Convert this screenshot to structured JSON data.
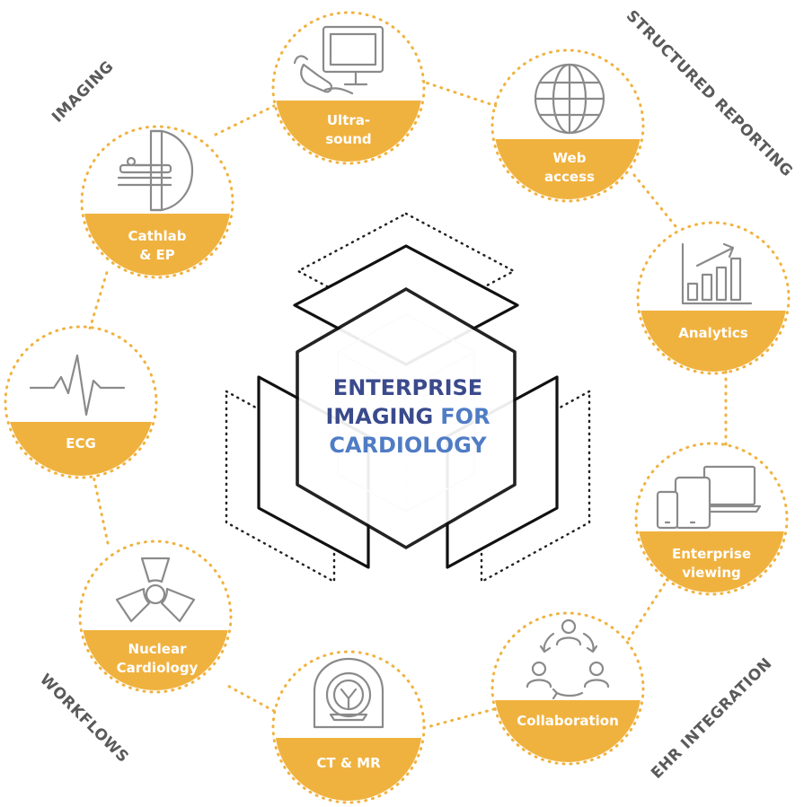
{
  "title": {
    "line1": "ENTERPRISE",
    "line2a": "IMAGING",
    "line2b": "FOR",
    "line3": "CARDIOLOGY"
  },
  "colors": {
    "accent": "#F0B23F",
    "title_dark": "#3A4A8C",
    "title_light": "#4F7CC4",
    "corner_text": "#5A5A5A",
    "icon": "#8A8A8A"
  },
  "categories": {
    "imaging": "IMAGING",
    "structured_reporting": "STRUCTURED REPORTING",
    "workflows": "WORKFLOWS",
    "ehr_integration": "EHR INTEGRATION"
  },
  "nodes": {
    "ultrasound": {
      "line1": "Ultra-",
      "line2": "sound",
      "icon": "ultrasound-machine-icon"
    },
    "web": {
      "line1": "Web",
      "line2": "access",
      "icon": "globe-icon"
    },
    "analytics": {
      "line1": "Analytics",
      "line2": "",
      "icon": "bar-chart-icon"
    },
    "enterprise": {
      "line1": "Enterprise",
      "line2": "viewing",
      "icon": "devices-icon"
    },
    "collab": {
      "line1": "Collaboration",
      "line2": "",
      "icon": "people-cycle-icon"
    },
    "ctmr": {
      "line1": "CT & MR",
      "line2": "",
      "icon": "scanner-icon"
    },
    "nuclear": {
      "line1": "Nuclear",
      "line2": "Cardiology",
      "icon": "radiation-icon"
    },
    "ecg": {
      "line1": "ECG",
      "line2": "",
      "icon": "ecg-wave-icon"
    },
    "cathlab": {
      "line1": "Cathlab",
      "line2": "& EP",
      "icon": "cathlab-table-icon"
    }
  }
}
